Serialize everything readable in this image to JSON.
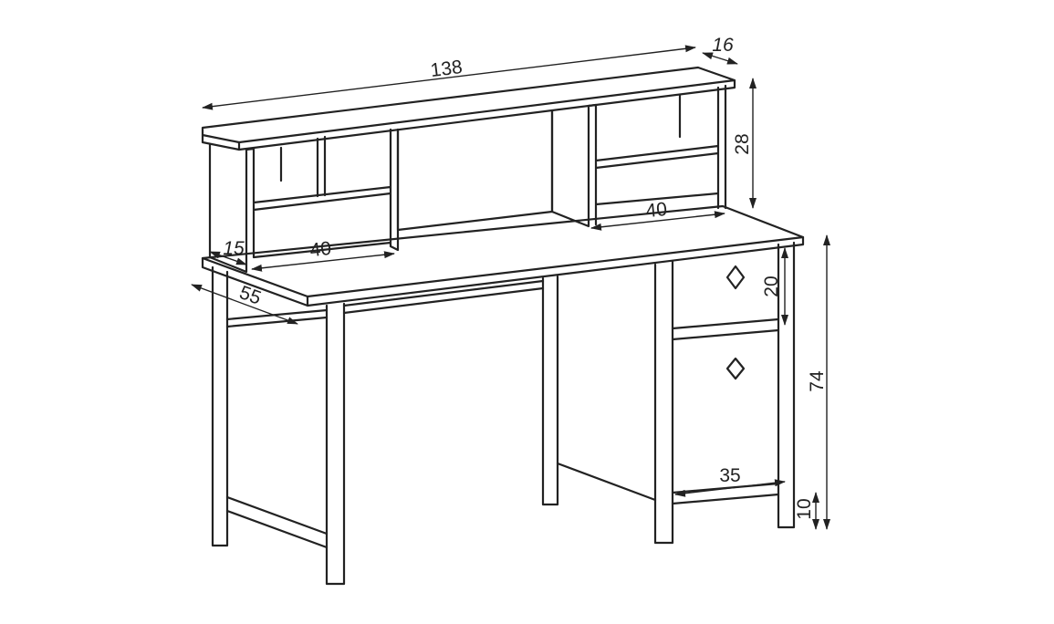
{
  "dimensions": {
    "hutch_width": "138",
    "hutch_depth": "16",
    "hutch_height": "28",
    "left_cubby_width": "40",
    "right_cubby_width": "40",
    "left_offset": "15",
    "desk_depth": "55",
    "drawer_height": "20",
    "desk_height": "74",
    "cabinet_width": "35",
    "foot_clearance": "10"
  }
}
